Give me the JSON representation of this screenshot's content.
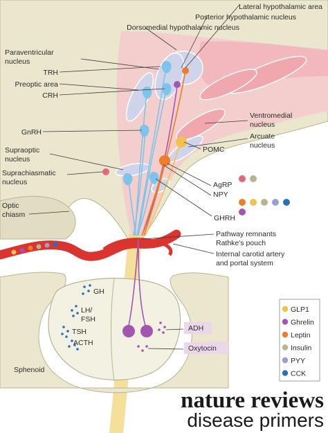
{
  "labels": {
    "lateral_hypothalamic_area": "Lateral hypothalamic area",
    "posterior_hypothalamic_nucleus": "Posterior hypothalamic nucleus",
    "dorsomedial_hypothalamic_nucleus": "Dorsomedial hypothalamic nucleus",
    "paraventricular_1": "Paraventricular",
    "paraventricular_2": "nucleus",
    "trh": "TRH",
    "preoptic_area": "Preoptic area",
    "crh": "CRH",
    "gnrh": "GnRH",
    "supraoptic_1": "Supraoptic",
    "supraoptic_2": "nucleus",
    "suprachiasmatic_1": "Suprachiasmatic",
    "suprachiasmatic_2": "nucleus",
    "optic_1": "Optic",
    "optic_2": "chiasm",
    "ventromedial_1": "Ventromedial",
    "ventromedial_2": "nucleus",
    "arcuate_1": "Arcuate",
    "arcuate_2": "nucleus",
    "pomc": "POMC",
    "agrp": "AgRP",
    "npy": "NPY",
    "ghrh": "GHRH",
    "pathway_1": "Pathway remnants",
    "pathway_2": "Rathke's pouch",
    "carotid_1": "Internal carotid artery",
    "carotid_2": "and portal system",
    "gh": "GH",
    "lh_fsh_1": "LH/",
    "lh_fsh_2": "FSH",
    "tsh": "TSH",
    "acth": "ACTH",
    "adh": "ADH",
    "oxytocin": "Oxytocin",
    "sphenoid": "Sphenoid"
  },
  "legend": [
    {
      "name": "GLP1",
      "color": "#f2c14e"
    },
    {
      "name": "Ghrelin",
      "color": "#a256b0"
    },
    {
      "name": "Leptin",
      "color": "#ee7d2b"
    },
    {
      "name": "Insulin",
      "color": "#b8b58c"
    },
    {
      "name": "PYY",
      "color": "#9a9fd0"
    },
    {
      "name": "CCK",
      "color": "#2a70b8"
    }
  ],
  "colors": {
    "tissue": "#ebe7cf",
    "tissue_outline": "#b9b393",
    "pink_region": "#f6c9cd",
    "vessel": "#d9342e",
    "blue_neuron": "#7ec3ea",
    "purple_neuron": "#a256b0",
    "orange_neuron": "#ee7d2b",
    "yellow_neuron": "#f2c14e",
    "pathway": "#f2d98a",
    "callout_bg": "#ecd7ea"
  },
  "brand": {
    "line1": "nature reviews",
    "line2": "disease primers"
  }
}
